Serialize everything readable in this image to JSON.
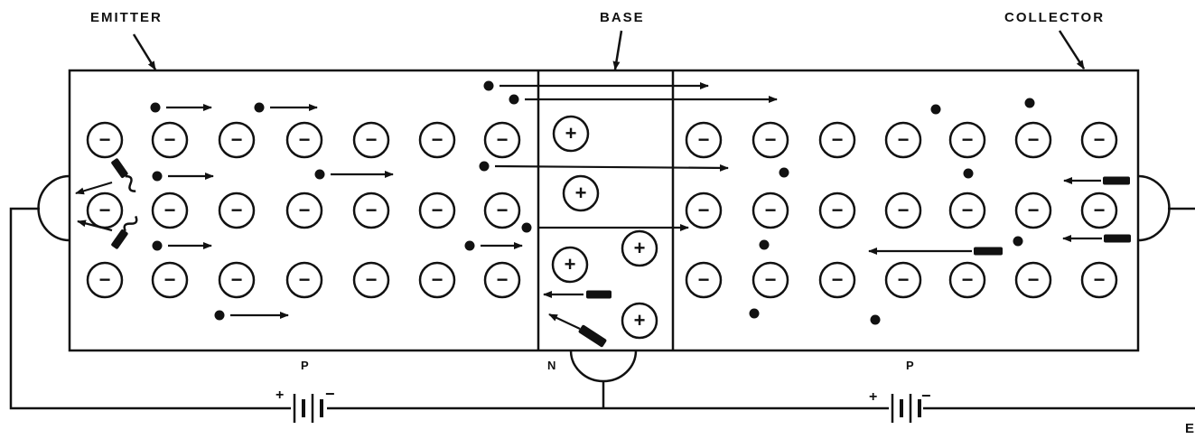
{
  "labels": {
    "emitter": "EMITTER",
    "base": "BASE",
    "collector": "COLLECTOR",
    "emitter_type": "P",
    "base_type": "N",
    "collector_type": "P",
    "corner": "E"
  },
  "symbols": {
    "negative": "−",
    "positive": "+",
    "battery_plus": "+",
    "battery_minus": "−"
  },
  "colors": {
    "ink": "#111111",
    "background": "#ffffff"
  }
}
